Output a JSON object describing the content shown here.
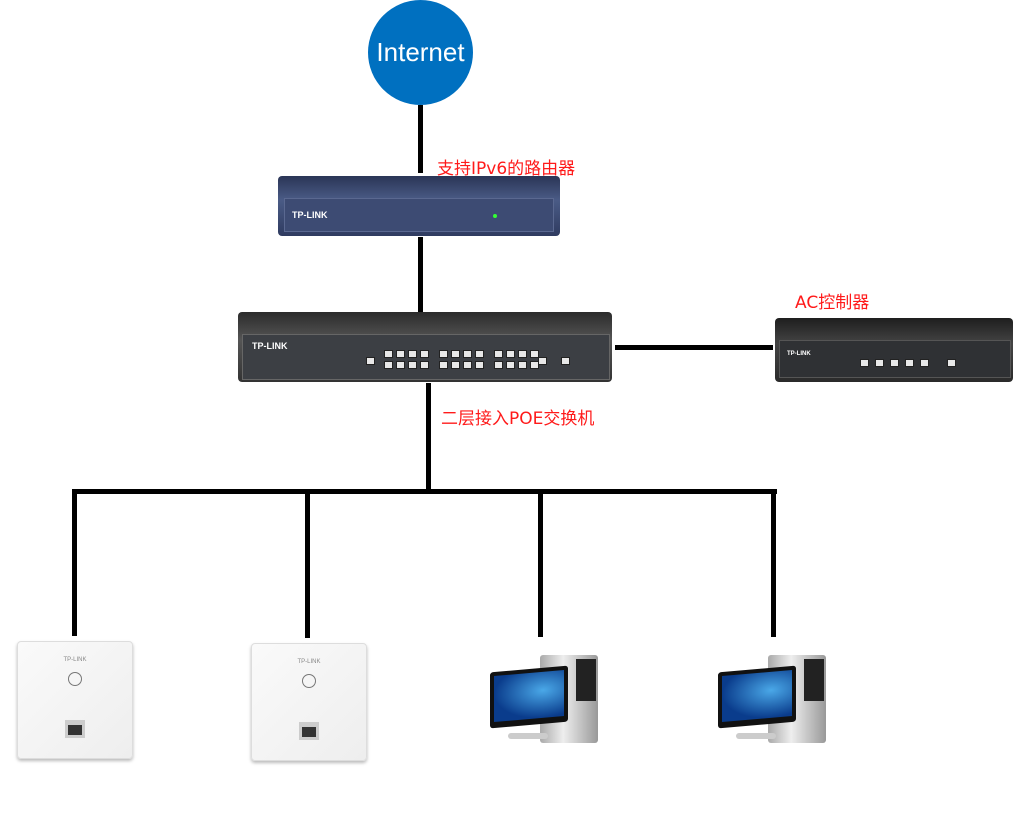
{
  "internet": {
    "label": "Internet",
    "color": "#0070c0"
  },
  "labels": {
    "router": "支持IPv6的路由器",
    "ac_controller": "AC控制器",
    "switch": "二层接入POE交换机",
    "color": "#ff1a1a"
  },
  "devices": {
    "router_logo": "TP-LINK",
    "switch_logo": "TP-LINK",
    "ac_logo": "TP-LINK",
    "ap_logo": "TP-LINK"
  }
}
